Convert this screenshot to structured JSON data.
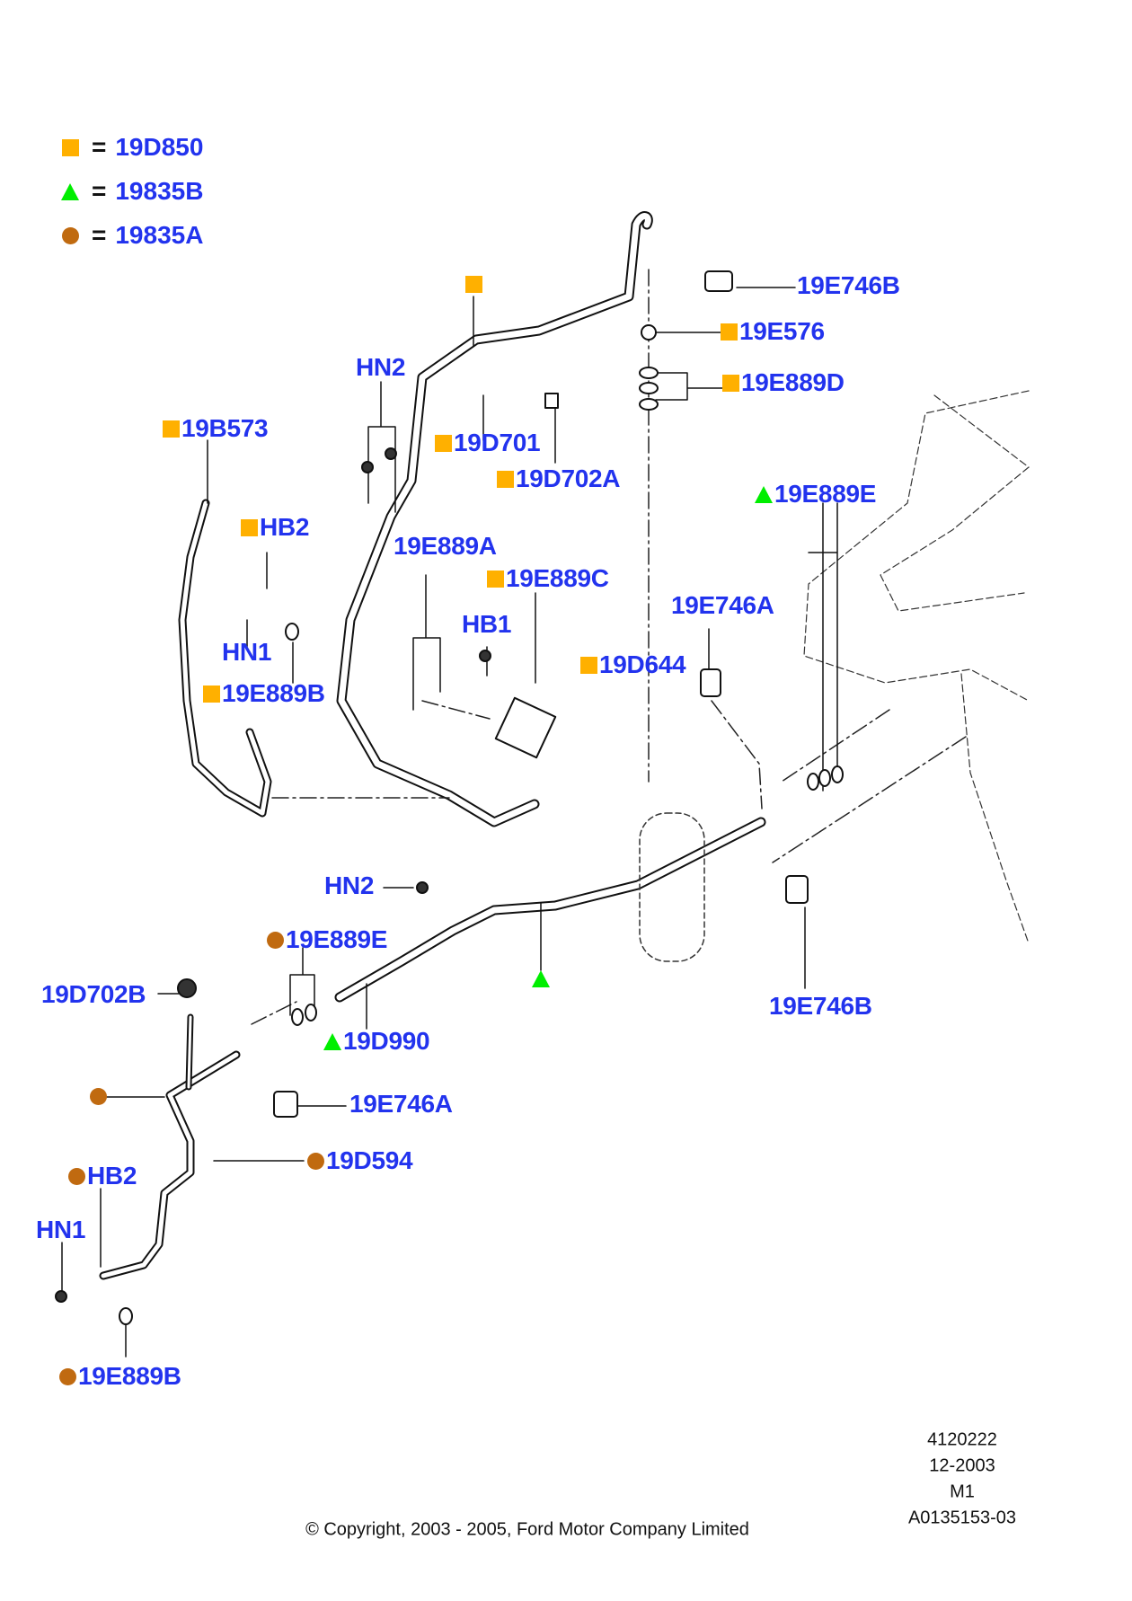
{
  "legend": [
    {
      "marker": "square",
      "code": "19D850",
      "color": "#ffb000"
    },
    {
      "marker": "triangle",
      "code": "19835B",
      "color": "#00ee00"
    },
    {
      "marker": "circle",
      "code": "19835A",
      "color": "#c06a10"
    }
  ],
  "equals": "=",
  "labels": {
    "l19E746B_top": "19E746B",
    "l19E576": "19E576",
    "l19E889D": "19E889D",
    "lHN2_top": "HN2",
    "l19B573": "19B573",
    "l19D701": "19D701",
    "l19D702A": "19D702A",
    "l19E889E_top": "19E889E",
    "lHB2_top": "HB2",
    "l19E889A": "19E889A",
    "l19E889C": "19E889C",
    "l19E746A_top": "19E746A",
    "lHB1": "HB1",
    "l19D644": "19D644",
    "lHN1_top": "HN1",
    "l19E889B_top": "19E889B",
    "lHN2_bot": "HN2",
    "l19E889E_bot": "19E889E",
    "l19D702B": "19D702B",
    "l19D990": "19D990",
    "l19E746A_bot": "19E746A",
    "l19D594": "19D594",
    "lHB2_bot": "HB2",
    "lHN1_bot": "HN1",
    "l19E889B_bot": "19E889B",
    "l19E746B_bot": "19E746B"
  },
  "footer": {
    "ref": "4120222",
    "date": "12-2003",
    "model": "M1",
    "illustration": "A0135153-03",
    "copyright": "© Copyright, 2003 - 2005, Ford Motor Company Limited"
  }
}
